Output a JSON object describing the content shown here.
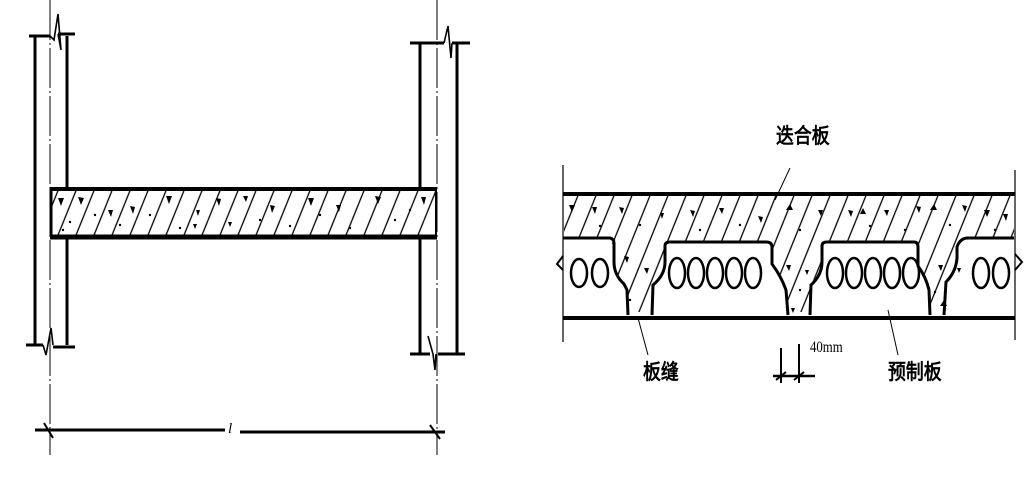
{
  "figure": {
    "left_diagram": {
      "description": "cast-in-place slab spanning between two walls",
      "span_label": "l"
    },
    "right_diagram": {
      "description": "composite slab over precast hollow-core planks",
      "labels": {
        "composite_slab": "迭合板",
        "slab_joint": "板缝",
        "precast_slab": "预制板",
        "joint_width": "40mm"
      }
    },
    "colors": {
      "line": "#000000",
      "background": "#ffffff"
    }
  }
}
